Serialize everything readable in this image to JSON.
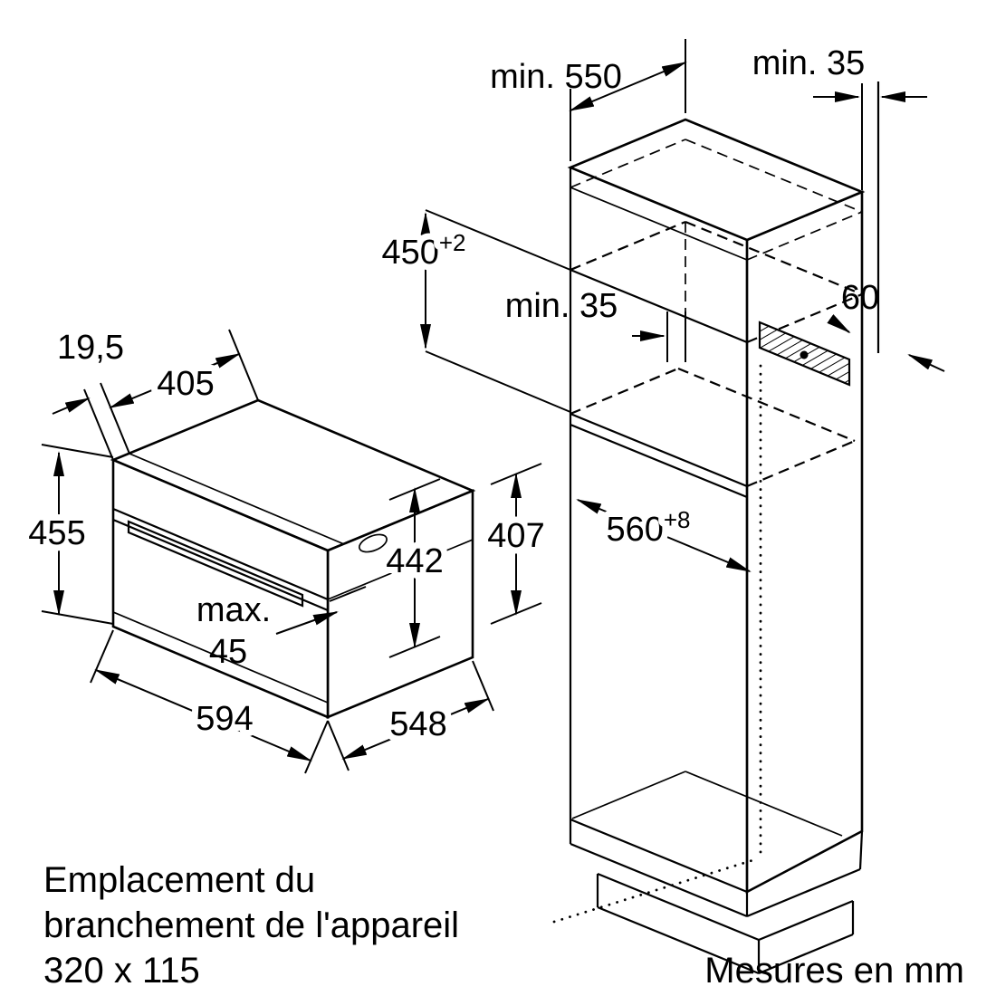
{
  "figure": {
    "units_note": "Mesures en mm",
    "connection_note": {
      "line1": "Emplacement du",
      "line2": "branchement de l'appareil",
      "line3": "320 x 115"
    },
    "appliance_dims": {
      "overhang": "19,5",
      "top_depth": "405",
      "front_height": "455",
      "inner_height": "442",
      "body_height": "407",
      "door_max_word": "max.",
      "door_max_value": "45",
      "width": "594",
      "depth": "548"
    },
    "niche_dims": {
      "depth_min": "min. 550",
      "top_gap_min": "min. 35",
      "height": "450",
      "height_tolerance": "+2",
      "rear_gap_min": "min. 35",
      "vent_width": "60",
      "width": "560",
      "width_tolerance": "+8"
    }
  }
}
